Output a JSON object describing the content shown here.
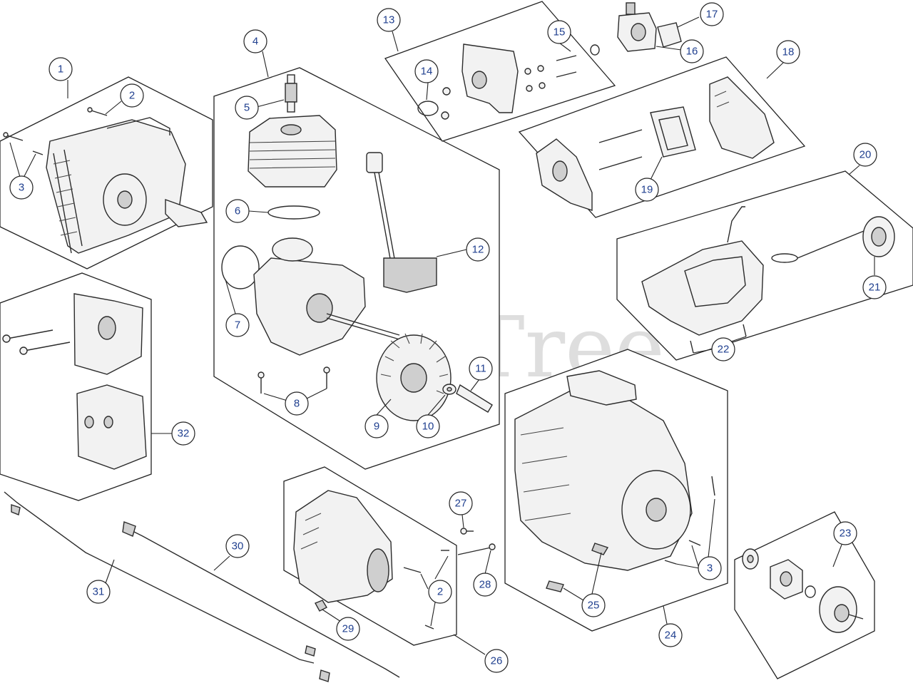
{
  "watermark": "PartsTree",
  "callouts": [
    "1",
    "2",
    "3",
    "4",
    "5",
    "6",
    "7",
    "8",
    "9",
    "10",
    "11",
    "12",
    "13",
    "14",
    "15",
    "16",
    "17",
    "18",
    "19",
    "20",
    "21",
    "22",
    "23",
    "24",
    "25",
    "26",
    "27",
    "28",
    "29",
    "30",
    "31",
    "32"
  ]
}
